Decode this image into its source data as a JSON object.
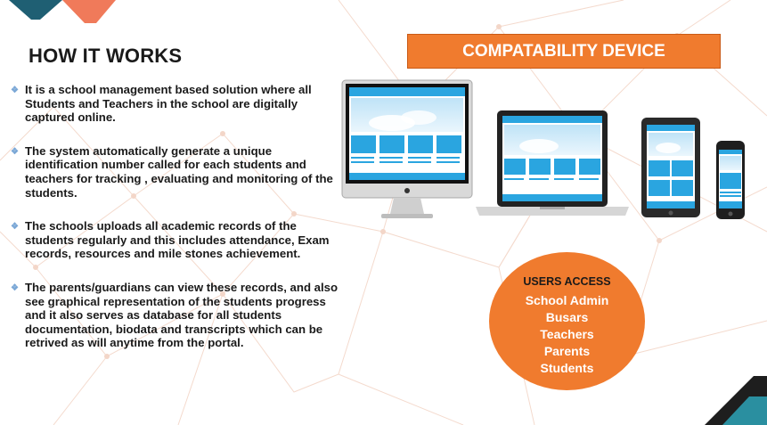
{
  "heading": "HOW IT WORKS",
  "bullets": [
    "It is a school management based solution where all Students and Teachers in the school are digitally captured online.",
    "The system automatically generate a unique identification number called  for each students and teachers for tracking , evaluating and monitoring of the students.",
    "The schools uploads all academic records of the students regularly and this includes attendance, Exam records, resources and mile stones achievement.",
    "The parents/guardians can view these records, and also see graphical representation of the students progress and it also serves as database for all students documentation, biodata and transcripts which can be retrived as will anytime from the portal."
  ],
  "bullet_icon": "diamond-bullet-icon",
  "compatibility_label": "COMPATABILITY DEVICE",
  "devices": [
    "desktop-monitor",
    "laptop",
    "tablet",
    "smartphone"
  ],
  "users_access": {
    "heading": "USERS ACCESS",
    "roles": [
      "School Admin",
      "Busars",
      "Teachers",
      "Parents",
      "Students"
    ]
  },
  "colors": {
    "accent_orange": "#f07b2e",
    "corner_teal": "#1f6f7f",
    "corner_coral": "#f07a5a",
    "text_dark": "#1a1a1a",
    "screen_blue": "#2aa5e0"
  }
}
